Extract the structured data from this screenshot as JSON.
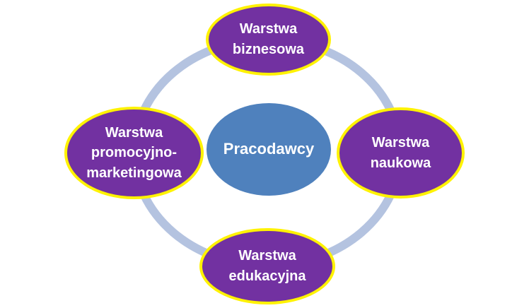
{
  "diagram": {
    "type": "cycle-diagram",
    "center": {
      "label": "Pracodawcy",
      "fill_color": "#4F81BD",
      "text_color": "#FFFFFF"
    },
    "nodes": [
      {
        "position": "top",
        "label": "Warstwa\nbiznesowa"
      },
      {
        "position": "right",
        "label": "Warstwa\nnaukowa"
      },
      {
        "position": "bottom",
        "label": "Warstwa\nedukacyjna"
      },
      {
        "position": "left",
        "label": "Warstwa\npromocyjno-\nmarketingowa"
      }
    ],
    "node_fill_color": "#7231A1",
    "node_border_color": "#FFF200",
    "node_text_color": "#FFFFFF",
    "ring_color": "#B4C3E0"
  }
}
